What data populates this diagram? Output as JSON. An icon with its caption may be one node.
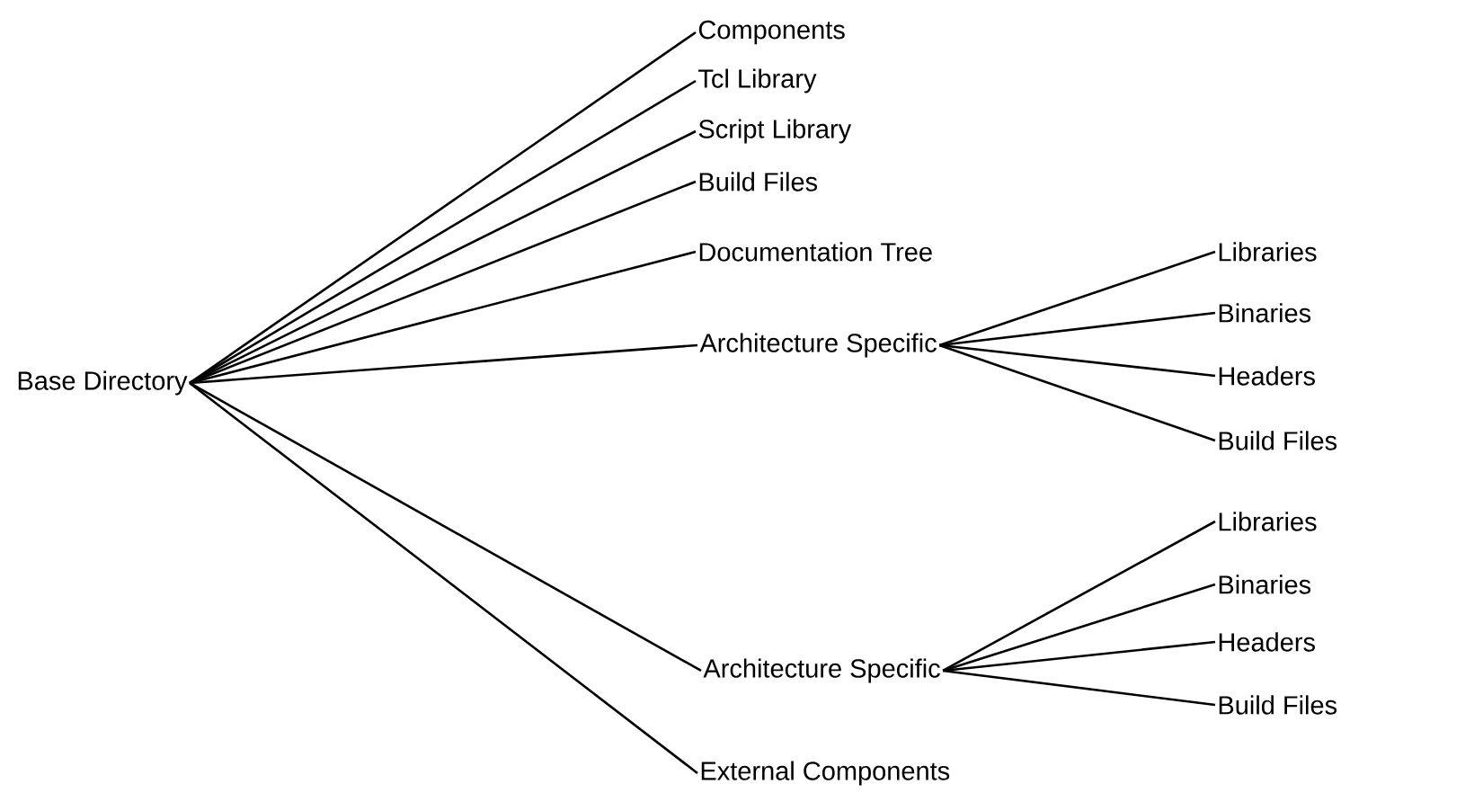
{
  "diagram": {
    "nodes": [
      {
        "text": [
          "Base Directory"
        ]
      },
      {
        "text": [
          "Components"
        ]
      },
      {
        "text": [
          "Tcl Library"
        ]
      },
      {
        "text": [
          "Script Library"
        ]
      },
      {
        "text": [
          "Build Files"
        ]
      },
      {
        "text": [
          "Documentation Tree"
        ]
      },
      {
        "text": [
          "Architecture Specific"
        ]
      },
      {
        "text": [
          "Libraries"
        ]
      },
      {
        "text": [
          "Binaries"
        ]
      },
      {
        "text": [
          "Headers"
        ]
      },
      {
        "text": [
          "Build Files"
        ]
      },
      {
        "text": [
          "Architecture Specific"
        ]
      },
      {
        "text": [
          "Libraries"
        ]
      },
      {
        "text": [
          "Binaries"
        ]
      },
      {
        "text": [
          "Headers"
        ]
      },
      {
        "text": [
          "Build Files"
        ]
      },
      {
        "text": [
          "External Components"
        ]
      }
    ],
    "edges": [
      {
        "from": 0,
        "to": 1,
        "arrow": "none"
      },
      {
        "from": 0,
        "to": 2,
        "arrow": "none"
      },
      {
        "from": 0,
        "to": 3,
        "arrow": "none"
      },
      {
        "from": 0,
        "to": 4,
        "arrow": "none"
      },
      {
        "from": 0,
        "to": 5,
        "arrow": "none"
      },
      {
        "from": 0,
        "to": 6,
        "arrow": "none"
      },
      {
        "from": 6,
        "to": 7,
        "arrow": "none"
      },
      {
        "from": 6,
        "to": 8,
        "arrow": "none"
      },
      {
        "from": 6,
        "to": 9,
        "arrow": "none"
      },
      {
        "from": 6,
        "to": 10,
        "arrow": "none"
      },
      {
        "from": 0,
        "to": 11,
        "arrow": "none"
      },
      {
        "from": 11,
        "to": 12,
        "arrow": "none"
      },
      {
        "from": 11,
        "to": 13,
        "arrow": "none"
      },
      {
        "from": 11,
        "to": 14,
        "arrow": "none"
      },
      {
        "from": 11,
        "to": 15,
        "arrow": "none"
      },
      {
        "from": 0,
        "to": 16,
        "arrow": "none"
      }
    ]
  }
}
